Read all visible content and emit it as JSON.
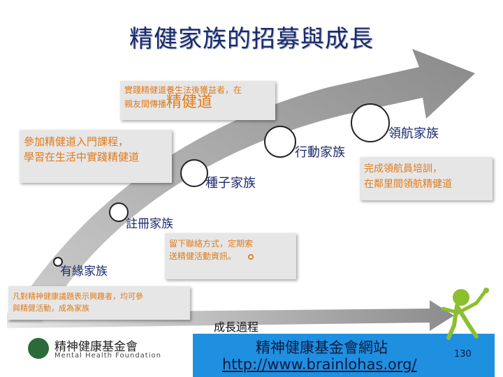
{
  "title": "精健家族的招募與成長",
  "boxes": {
    "spread_small": "實踐精健道養生法後獲益者，在",
    "spread_prefix": "親友間傳播",
    "spread_big": "精健道",
    "course_line1": "參加精健道入門課程，",
    "course_line2": "學習在生活中實踐精健道",
    "navigator_line1": "完成領航員培訓，",
    "navigator_line2": "在鄰里間領航精健道",
    "register_line1": "留下聯絡方式，定期索",
    "register_line2": "送精健活動資訊。",
    "affinity_line1": "凡對精神健康議題表示興趣者，均可參",
    "affinity_line2": "與精健活動，成為家族"
  },
  "stages": {
    "affinity": "有緣家族",
    "registered": "註冊家族",
    "seed": "種子家族",
    "action": "行動家族",
    "navigator": "領航家族"
  },
  "axis_label": "成長過程",
  "footer": {
    "logo_cn": "精神健康基金會",
    "logo_en": "Mental Health Foundation",
    "site_name": "精神健康基金會網站",
    "url": "http://www.brainlohas.org/",
    "page_number": "130"
  },
  "colors": {
    "title": "#1a2a6c",
    "box_text": "#e07b1a",
    "box_bg": "#e6e6e6",
    "arrow": "#9a9a9a",
    "banner": "#1f8fe0"
  }
}
